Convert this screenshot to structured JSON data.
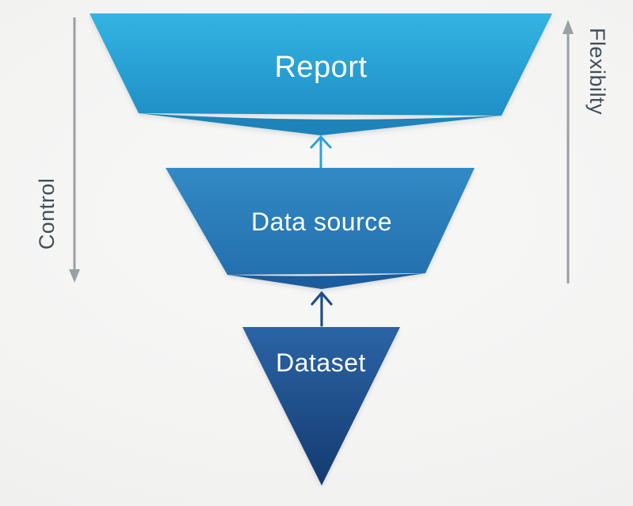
{
  "diagram": {
    "layers": [
      {
        "id": "report",
        "label": "Report"
      },
      {
        "id": "data-source",
        "label": "Data source"
      },
      {
        "id": "dataset",
        "label": "Dataset"
      }
    ],
    "flow_arrows": [
      {
        "id": "dataset-to-datasource",
        "direction": "up"
      },
      {
        "id": "datasource-to-report",
        "direction": "up"
      }
    ],
    "side_axes": {
      "left": {
        "label": "Control",
        "direction": "down"
      },
      "right": {
        "label": "Flexibilty",
        "direction": "up"
      }
    },
    "colors": {
      "report_top": "#33b4e2",
      "report_bottom": "#1f8fc7",
      "report_dip": "#1d83b8",
      "datasource_top": "#318ac5",
      "datasource_bottom": "#2470ae",
      "datasource_dip": "#1a5c9c",
      "dataset_top": "#2b64a5",
      "dataset_bottom": "#143a70",
      "arrow_teal": "#29a3d6",
      "arrow_navy": "#1d4d8b",
      "axis_gray": "#9aa0a5",
      "axis_text": "#414e59",
      "label_text": "#ffffff"
    }
  }
}
